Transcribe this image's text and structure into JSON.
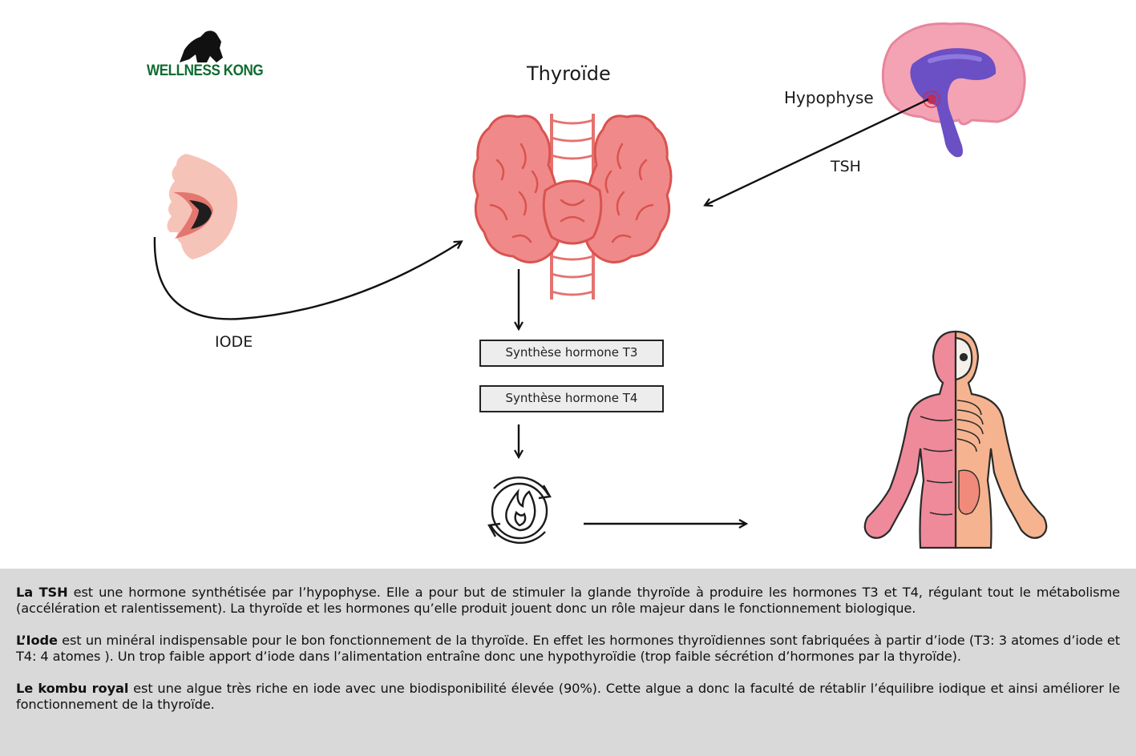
{
  "brand": {
    "word1": "WELLNESS",
    "word2": "KONG"
  },
  "diagram": {
    "thyroid_label": "Thyroïde",
    "pituitary_label": "Hypophyse",
    "tsh_label": "TSH",
    "iodine_label": "IODE",
    "t3_box": "Synthèse hormone T3",
    "t4_box": "Synthèse hormone T4"
  },
  "info": {
    "p1_bold": "La TSH",
    "p1_text": " est une hormone  synthétisée par l’hypophyse. Elle a pour but de stimuler la glande thyroïde à produire les hormones T3 et T4, régulant tout le métabolisme (accélération et ralentissement). La thyroïde et les hormones qu’elle produit jouent donc un rôle majeur dans le fonctionnement biologique.",
    "p2_bold": "L’Iode",
    "p2_text": " est un minéral indispensable pour le bon fonctionnement de la thyroïde. En effet les hormones thyroïdiennes sont fabriquées à partir d’iode (T3: 3 atomes d’iode et T4: 4 atomes ). Un trop faible apport d’iode dans l’alimentation entraîne donc une  hypothyroïdie (trop faible sécrétion d’hormones par la thyroïde).",
    "p3_bold": "Le kombu royal",
    "p3_text": " est une algue très riche en iode avec une biodisponibilité élevée (90%). Cette algue a donc la faculté de rétablir l’équilibre iodique et ainsi améliorer le fonctionnement de la thyroïde."
  },
  "colors": {
    "brand_green": "#0f6b2f",
    "thyroid_pink": "#f08a8a",
    "brain_pink": "#f4a3b5",
    "brain_purple": "#6b4fc4",
    "info_bg": "#d9d9d9"
  }
}
